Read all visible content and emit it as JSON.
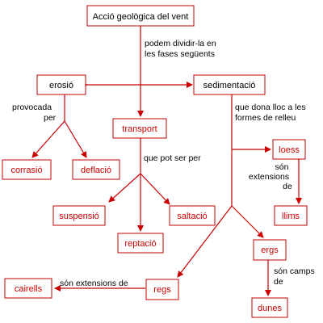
{
  "colors": {
    "line": "#cc0000",
    "box_border": "#c00000",
    "node_text_red": "#cc0000",
    "node_text_black": "#000000"
  },
  "nodes": {
    "root": "Acció geològica del vent",
    "erosio": "erosió",
    "sedimentacio": "sedimentació",
    "transport": "transport",
    "corrasio": "corrasió",
    "deflacio": "deflació",
    "suspensio": "suspensió",
    "saltacio": "saltació",
    "reptacio": "reptació",
    "loess": "loess",
    "llims": "llims",
    "ergs": "ergs",
    "regs": "regs",
    "cairells": "cairells",
    "dunes": "dunes"
  },
  "edge_labels": {
    "podem_1": "podem dividir-la en",
    "podem_2": "les fases següents",
    "provocada_1": "provocada",
    "provocada_2": "per",
    "que_pot": "que pot ser per",
    "dona_1": "que dona lloc a les",
    "dona_2": "formes de relleu",
    "son_ext_1": "són",
    "son_ext_2": "extensions",
    "son_ext_3": "de",
    "son_ext_regs": "són extensions de",
    "camps_1": "són camps",
    "camps_2": "de"
  }
}
